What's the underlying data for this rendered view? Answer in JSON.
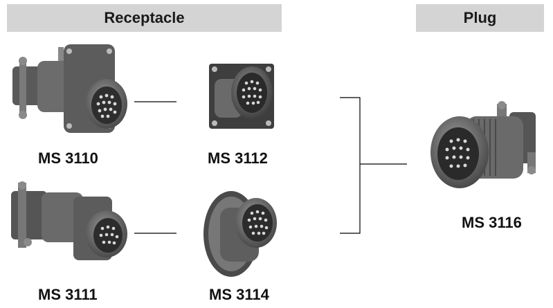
{
  "headers": {
    "receptacle": "Receptacle",
    "plug": "Plug"
  },
  "connectors": {
    "ms3110": "MS 3110",
    "ms3112": "MS 3112",
    "ms3111": "MS 3111",
    "ms3114": "MS 3114",
    "ms3116": "MS 3116"
  },
  "colors": {
    "header_bg": "#d4d4d4",
    "connector_metal": "#6e6e6e",
    "line": "#000000"
  }
}
